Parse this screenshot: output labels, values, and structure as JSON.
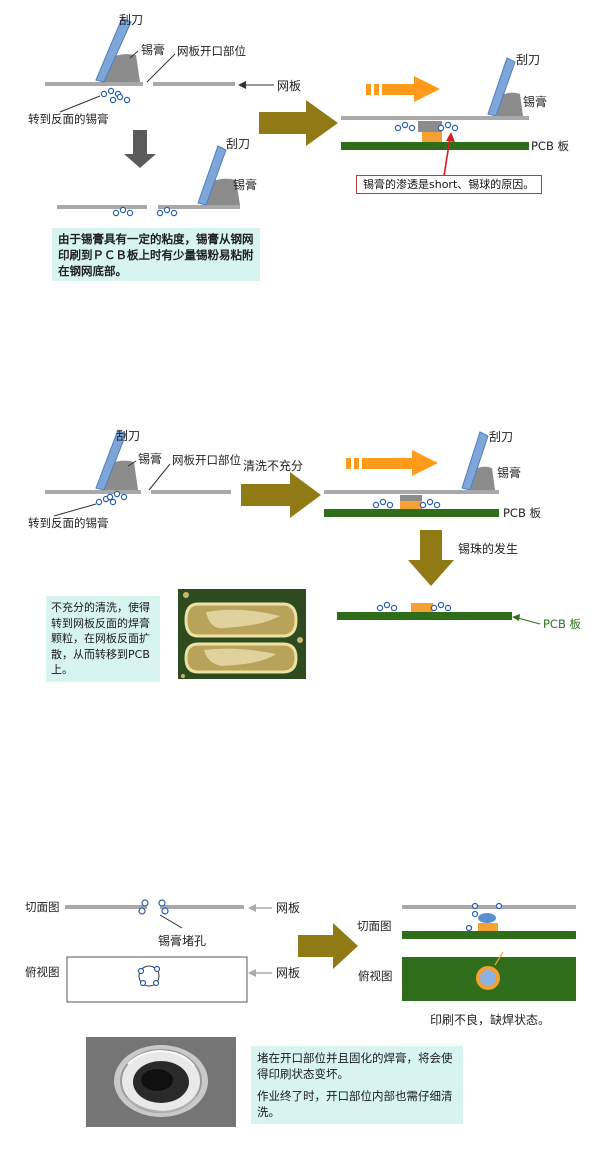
{
  "panel1": {
    "squeegee": "刮刀",
    "paste": "锡膏",
    "stencil_opening": "网板开口部位",
    "stencil": "网板",
    "backside_paste": "转到反面的锡膏",
    "squeegee_b": "刮刀",
    "paste_b": "锡膏",
    "squeegee_r": "刮刀",
    "paste_r": "锡膏",
    "pcb": "PCB 板",
    "cause_box": "锡膏的渗透是short、锡球的原因。",
    "note": "由于锡膏具有一定的粘度，锡膏从钢网印刷到ＰＣＢ板上时有少量锡粉易粘附在钢网底部。"
  },
  "panel2": {
    "squeegee": "刮刀",
    "paste": "锡膏",
    "stencil_opening": "网板开口部位",
    "backside_paste": "转到反面的锡膏",
    "insufficient_cleaning": "清洗不充分",
    "squeegee_r": "刮刀",
    "paste_r": "锡膏",
    "pcb": "PCB 板",
    "solder_ball": "锡珠的发生",
    "pcb2": "PCB 板",
    "note": "不充分的清洗，使得转到网板反面的焊膏颗粒，在网板反面扩散，从而转移到PCB上。"
  },
  "panel3": {
    "section_view": "切面图",
    "stencil": "网板",
    "clogged": "锡膏堵孔",
    "top_view": "俯视图",
    "stencil2": "网板",
    "section_view_r": "切面图",
    "top_view_r": "俯视图",
    "result": "印刷不良，缺焊状态。",
    "note_p1": "堵在开口部位并且固化的焊膏，将会使得印刷状态变坏。",
    "note_p2": "作业终了时，开口部位内部也需仔细清洗。"
  },
  "colors": {
    "olive_arrow": "#8f7a16",
    "orange_arrow": "#ff9a1a",
    "squeegee_blue": "#7fa6d8",
    "paste_gray": "#8f8f8f",
    "pcb_green": "#2f6d1a",
    "pad_orange": "#f5a033",
    "note_bg": "#d7f4f1",
    "red_mark": "#d81e1e"
  }
}
